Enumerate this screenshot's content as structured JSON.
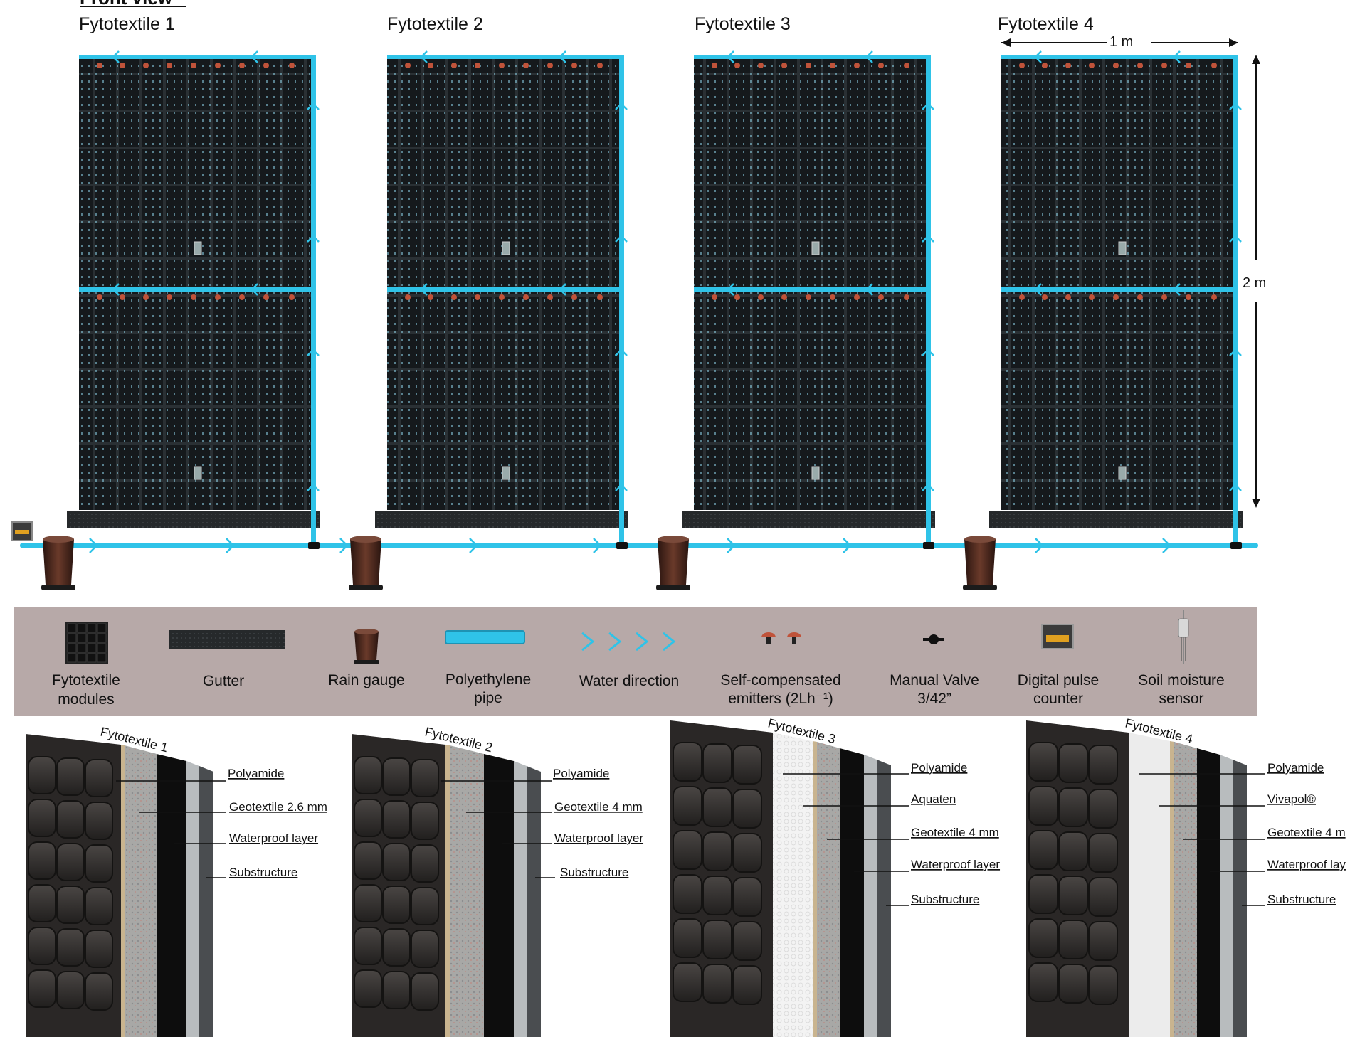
{
  "header": {
    "partial_title": "Front view"
  },
  "panels": [
    {
      "title": "Fytotextile 1"
    },
    {
      "title": "Fytotextile 2"
    },
    {
      "title": "Fytotextile 3"
    },
    {
      "title": "Fytotextile 4"
    }
  ],
  "dimensions": {
    "width_label": "1 m",
    "height_label": "2 m"
  },
  "legend": [
    {
      "icon": "module-grid-icon",
      "line1": "Fytotextile",
      "line2": "modules"
    },
    {
      "icon": "gutter-icon",
      "line1": "Gutter",
      "line2": ""
    },
    {
      "icon": "rain-gauge-icon",
      "line1": "Rain gauge",
      "line2": ""
    },
    {
      "icon": "pipe-icon",
      "line1": "Polyethylene",
      "line2": "pipe"
    },
    {
      "icon": "water-direction-icon",
      "line1": "Water direction",
      "line2": ""
    },
    {
      "icon": "emitter-icon",
      "line1": "Self-compensated",
      "line2": "emitters (2Lh⁻¹)"
    },
    {
      "icon": "manual-valve-icon",
      "line1": "Manual Valve",
      "line2": "3/42”"
    },
    {
      "icon": "pulse-counter-icon",
      "line1": "Digital pulse",
      "line2": "counter"
    },
    {
      "icon": "moisture-sensor-icon",
      "line1": "Soil moisture",
      "line2": "sensor"
    }
  ],
  "sections": [
    {
      "title": "Fytotextile 1",
      "layers": [
        "Polyamide",
        "Geotextile 2.6 mm",
        "Waterproof layer",
        "Substructure"
      ]
    },
    {
      "title": "Fytotextile 2",
      "layers": [
        "Polyamide",
        "Geotextile 4 mm",
        "Waterproof layer",
        "Substructure"
      ]
    },
    {
      "title": "Fytotextile 3",
      "layers": [
        "Polyamide",
        "Aquaten",
        "Geotextile 4 mm",
        "Waterproof layer",
        "Substructure"
      ]
    },
    {
      "title": "Fytotextile 4",
      "layers": [
        "Polyamide",
        "Vivapol®",
        "Geotextile 4 m",
        "Waterproof lay",
        "Substructure"
      ]
    }
  ],
  "colors": {
    "pipe": "#2fc3e8",
    "panel": "#15191c",
    "legend_bg": "#b7a9a8",
    "gauge": "#4a2a1f",
    "emitter": "#c0533a"
  }
}
